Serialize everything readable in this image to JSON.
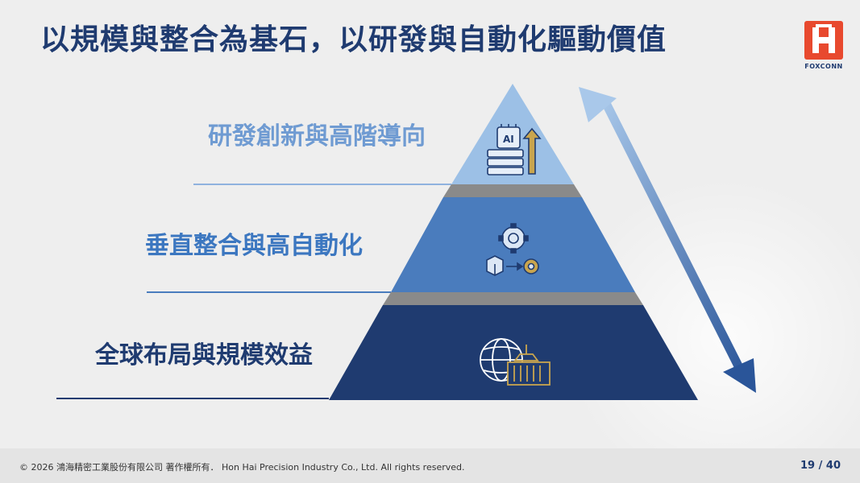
{
  "slide": {
    "title": "以規模與整合為基石，以研發與自動化驅動價值",
    "logo_text": "FOXCONN",
    "tiers": [
      {
        "label": "研發創新與高階導向",
        "icon": "ai-server-growth-icon"
      },
      {
        "label": "垂直整合與高自動化",
        "icon": "automation-gears-icon"
      },
      {
        "label": "全球布局與規模效益",
        "icon": "globe-container-icon"
      }
    ]
  },
  "footer": {
    "copyright": "© 2026 鴻海精密工業股份有限公司 著作權所有．  Hon Hai Precision Industry Co., Ltd. All rights reserved.",
    "page": "19 / 40"
  },
  "colors": {
    "title": "#1f3b70",
    "tier_top": "#9cc0e6",
    "tier_mid": "#4a7cbd",
    "tier_bot": "#1f3b70",
    "accent_logo": "#e8492e"
  }
}
